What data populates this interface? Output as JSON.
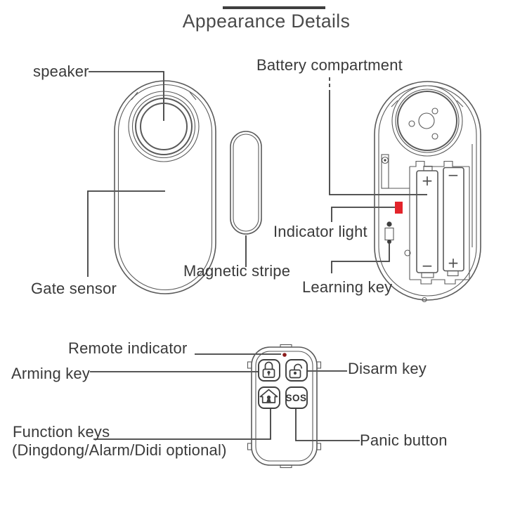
{
  "title": "Appearance Details",
  "colors": {
    "line": "#5a5a5a",
    "leader": "#3f3f3f",
    "text": "#3a3a3a",
    "led_red": "#e3242b",
    "dot_red": "#8c1b1b",
    "title": "#4a4a4a"
  },
  "labels": {
    "speaker": "speaker",
    "battery_compartment": "Battery compartment",
    "indicator_light": "Indicator light",
    "magnetic_stripe": "Magnetic stripe",
    "gate_sensor": "Gate sensor",
    "learning_key": "Learning key",
    "remote_indicator": "Remote indicator",
    "arming_key": "Arming key",
    "disarm_key": "Disarm key",
    "function_keys_line1": "Function keys",
    "function_keys_line2": "(Dingdong/Alarm/Didi optional)",
    "panic_button": "Panic button"
  },
  "remote": {
    "sos_label": "SOS"
  },
  "battery_symbols": {
    "left_top": "+",
    "left_bottom": "−",
    "right_top": "−",
    "right_bottom": "+"
  }
}
